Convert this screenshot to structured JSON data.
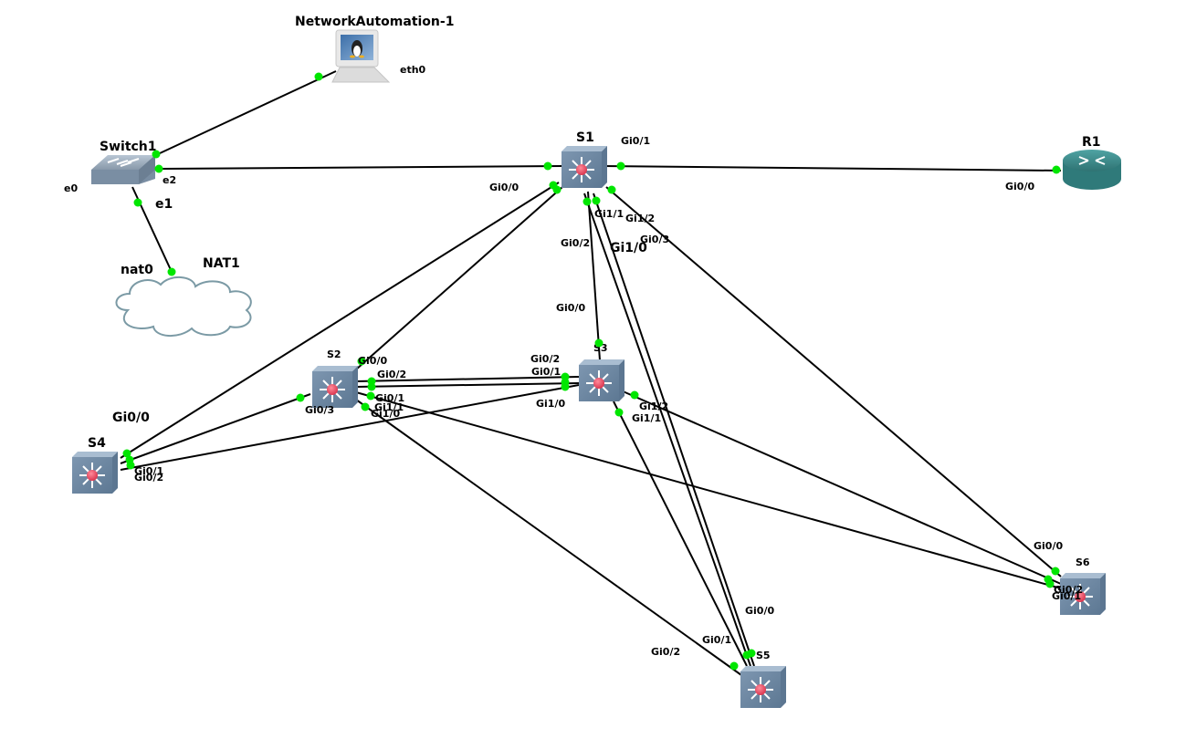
{
  "colors": {
    "link": "#000000",
    "port_up": "#00e600",
    "switch_body": "#6f8aa5",
    "switch_center": "#e0485f",
    "router_body": "#3a8a8a",
    "cloud_stroke": "#7b9aa5"
  },
  "nodes": [
    {
      "id": "NetworkAutomation-1",
      "label": "NetworkAutomation-1",
      "type": "linux-host",
      "icon": "linux-computer-icon"
    },
    {
      "id": "Switch1",
      "label": "Switch1",
      "type": "ethernet-switch",
      "icon": "ethernet-switch-icon"
    },
    {
      "id": "NAT1",
      "label": "NAT1",
      "type": "nat-cloud",
      "icon": "cloud-icon"
    },
    {
      "id": "S1",
      "label": "S1",
      "type": "multilayer-switch",
      "icon": "multilayer-switch-icon"
    },
    {
      "id": "R1",
      "label": "R1",
      "type": "router",
      "icon": "router-icon"
    },
    {
      "id": "S2",
      "label": "S2",
      "type": "multilayer-switch",
      "icon": "multilayer-switch-icon"
    },
    {
      "id": "S3",
      "label": "S3",
      "type": "multilayer-switch",
      "icon": "multilayer-switch-icon"
    },
    {
      "id": "S4",
      "label": "S4",
      "type": "multilayer-switch",
      "icon": "multilayer-switch-icon"
    },
    {
      "id": "S5",
      "label": "S5",
      "type": "multilayer-switch",
      "icon": "multilayer-switch-icon"
    },
    {
      "id": "S6",
      "label": "S6",
      "type": "multilayer-switch",
      "icon": "multilayer-switch-icon"
    }
  ],
  "links": [
    {
      "a": "NetworkAutomation-1",
      "a_port": "eth0",
      "b": "Switch1",
      "b_port": "e0"
    },
    {
      "a": "Switch1",
      "a_port": "e2",
      "b": "S1",
      "b_port": "Gi0/0"
    },
    {
      "a": "Switch1",
      "a_port": "e1",
      "b": "NAT1",
      "b_port": "nat0"
    },
    {
      "a": "S1",
      "a_port": "Gi0/1",
      "b": "R1",
      "b_port": "Gi0/0"
    },
    {
      "a": "S1",
      "a_port": "Gi0/2",
      "b": "S3",
      "b_port": "Gi0/0"
    },
    {
      "a": "S1",
      "a_port": "Gi1/0",
      "b": "S4",
      "b_port": "Gi0/0"
    },
    {
      "a": "S1",
      "a_port": "Gi1/1",
      "b": "S2",
      "b_port": "Gi0/0"
    },
    {
      "a": "S1",
      "a_port": "Gi1/2",
      "b": "S5",
      "b_port": "Gi0/0"
    },
    {
      "a": "S1",
      "a_port": "Gi0/3",
      "b": "S6",
      "b_port": "Gi0/0"
    },
    {
      "a": "S2",
      "a_port": "Gi0/2",
      "b": "S3",
      "b_port": "Gi0/2"
    },
    {
      "a": "S2",
      "a_port": "Gi0/1",
      "b": "S3",
      "b_port": "Gi0/1"
    },
    {
      "a": "S2",
      "a_port": "Gi0/3",
      "b": "S4",
      "b_port": "Gi0/1"
    },
    {
      "a": "S2",
      "a_port": "Gi1/1",
      "b": "S6",
      "b_port": "Gi0/1"
    },
    {
      "a": "S2",
      "a_port": "Gi1/0",
      "b": "S5",
      "b_port": "Gi0/2"
    },
    {
      "a": "S3",
      "a_port": "Gi1/0",
      "b": "S4",
      "b_port": "Gi0/2"
    },
    {
      "a": "S3",
      "a_port": "Gi1/2",
      "b": "S6",
      "b_port": "Gi0/2"
    },
    {
      "a": "S3",
      "a_port": "Gi1/1",
      "b": "S5",
      "b_port": "Gi0/1"
    }
  ],
  "port_labels": [
    "eth0",
    "e0",
    "e1",
    "e2",
    "nat0",
    "Gi0/0",
    "Gi0/1",
    "Gi0/2",
    "Gi0/3",
    "Gi1/0",
    "Gi1/1",
    "Gi1/2"
  ]
}
